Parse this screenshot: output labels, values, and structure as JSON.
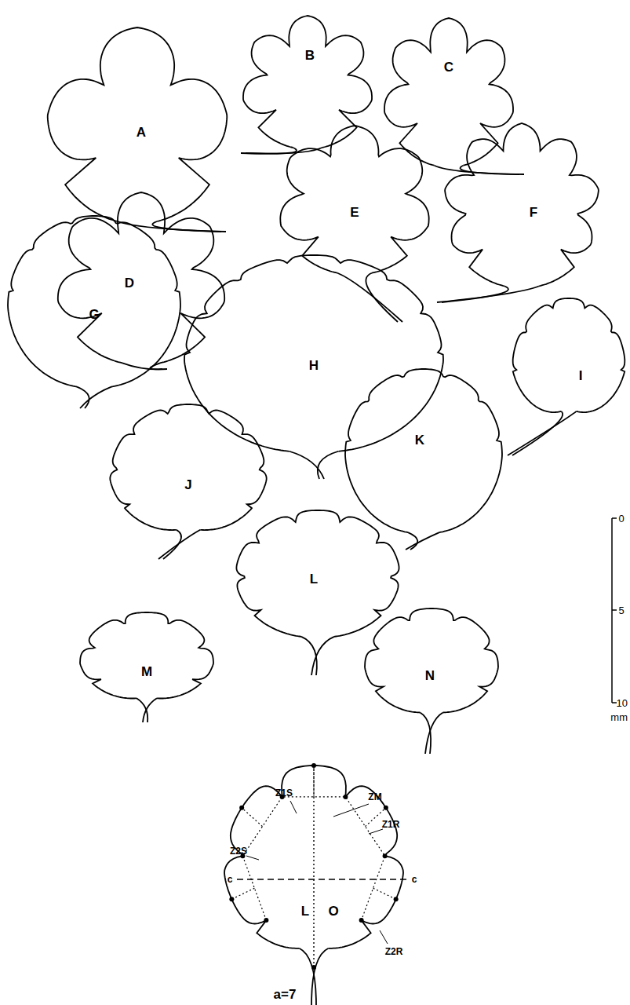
{
  "diagram": {
    "labels": [
      "A",
      "B",
      "C",
      "D",
      "E",
      "F",
      "G",
      "H",
      "I",
      "J",
      "K",
      "L",
      "M",
      "N",
      "0",
      "5",
      "10",
      "mm",
      "Z1S",
      "ZM",
      "Z1R",
      "Z2S",
      "Z2R",
      "c",
      "c",
      "L",
      "O",
      "a=7"
    ]
  }
}
